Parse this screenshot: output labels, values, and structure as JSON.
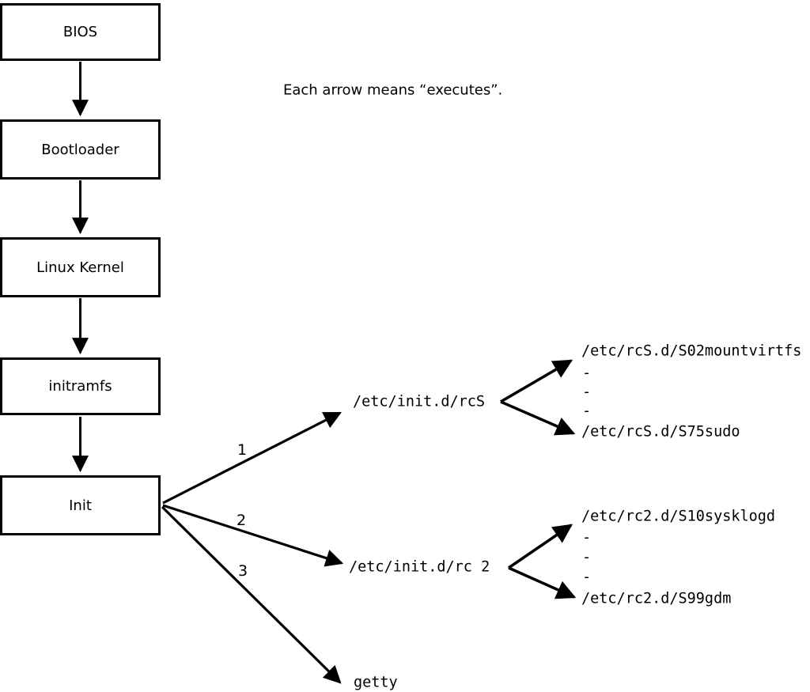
{
  "diagram": {
    "caption": "Each arrow means “executes”.",
    "boxes": [
      {
        "label": "BIOS"
      },
      {
        "label": "Bootloader"
      },
      {
        "label": "Linux Kernel"
      },
      {
        "label": "initramfs"
      },
      {
        "label": "Init"
      }
    ],
    "arrow_labels": {
      "one": "1",
      "two": "2",
      "three": "3"
    },
    "init_targets": {
      "rcS": "/etc/init.d/rcS",
      "rc2": "/etc/init.d/rc 2",
      "getty": "getty"
    },
    "rcS_scripts": {
      "first": "/etc/rcS.d/S02mountvirtfs",
      "dash1": "-",
      "dash2": "-",
      "dash3": "-",
      "last": "/etc/rcS.d/S75sudo"
    },
    "rc2_scripts": {
      "first": "/etc/rc2.d/S10sysklogd",
      "dash1": "-",
      "dash2": "-",
      "dash3": "-",
      "last": "/etc/rc2.d/S99gdm"
    },
    "colors": {
      "line": "#000000",
      "background": "#ffffff"
    }
  }
}
